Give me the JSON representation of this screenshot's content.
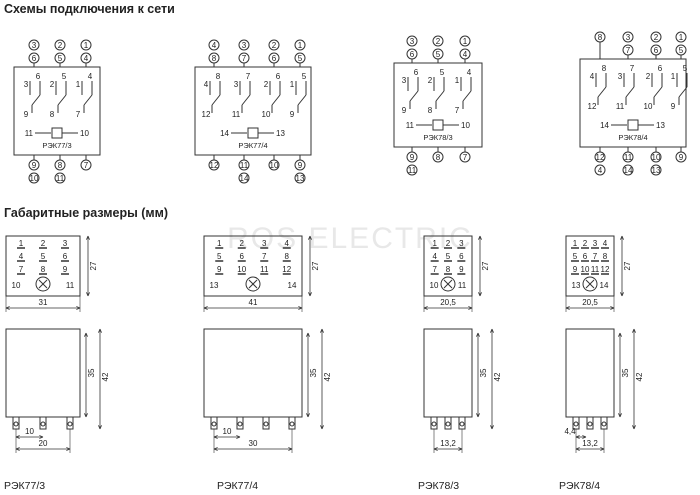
{
  "headings": {
    "wiring": "Схемы подключения к сети",
    "dimensions": "Габаритные размеры (мм)"
  },
  "watermark": "ROS ELECTRIC",
  "models": [
    "РЭК77/3",
    "РЭК77/4",
    "РЭК78/3",
    "РЭК78/4"
  ],
  "schematics": [
    {
      "model": "РЭК77/3",
      "top_pins": [
        [
          "3",
          "6"
        ],
        [
          "2",
          "5"
        ],
        [
          "1",
          "4"
        ]
      ],
      "contacts": [
        {
          "top": "3",
          "right": "6",
          "bottom": "9"
        },
        {
          "top": "2",
          "right": "5",
          "bottom": "8"
        },
        {
          "top": "1",
          "right": "4",
          "bottom": "7"
        }
      ],
      "coil": [
        "11",
        "10"
      ],
      "bottom_pins": [
        [
          "9",
          "10"
        ],
        [
          "8",
          "11"
        ],
        [
          "7"
        ]
      ]
    },
    {
      "model": "РЭК77/4",
      "top_pins": [
        [
          "4",
          "8"
        ],
        [
          "3",
          "7"
        ],
        [
          "2",
          "6"
        ],
        [
          "1",
          "5"
        ]
      ],
      "contacts": [
        {
          "top": "4",
          "right": "8",
          "bottom": "12"
        },
        {
          "top": "3",
          "right": "7",
          "bottom": "11"
        },
        {
          "top": "2",
          "right": "6",
          "bottom": "10"
        },
        {
          "top": "1",
          "right": "5",
          "bottom": "9"
        }
      ],
      "coil": [
        "14",
        "13"
      ],
      "bottom_pins": [
        [
          "12"
        ],
        [
          "11",
          "14"
        ],
        [
          "10"
        ],
        [
          "9",
          "13"
        ]
      ]
    },
    {
      "model": "РЭК78/3",
      "top_pins": [
        [
          "3",
          "6"
        ],
        [
          "2",
          "5"
        ],
        [
          "1",
          "4"
        ]
      ],
      "contacts": [
        {
          "top": "3",
          "right": "6",
          "bottom": "9"
        },
        {
          "top": "2",
          "right": "5",
          "bottom": "8"
        },
        {
          "top": "1",
          "right": "4",
          "bottom": "7"
        }
      ],
      "coil": [
        "11",
        "10"
      ],
      "bottom_pins": [
        [
          "9",
          "11"
        ],
        [
          "8"
        ],
        [
          "7"
        ]
      ]
    },
    {
      "model": "РЭК78/4",
      "top_pins": [
        [
          "8"
        ],
        [
          "3",
          "7"
        ],
        [
          "2",
          "6"
        ],
        [
          "1",
          "5"
        ]
      ],
      "contacts": [
        {
          "top": "4",
          "right": "8",
          "bottom": "12"
        },
        {
          "top": "3",
          "right": "7",
          "bottom": "11"
        },
        {
          "top": "2",
          "right": "6",
          "bottom": "10"
        },
        {
          "top": "1",
          "right": "5",
          "bottom": "9"
        }
      ],
      "coil": [
        "14",
        "13"
      ],
      "bottom_pins": [
        [
          "12",
          "4"
        ],
        [
          "11",
          "14"
        ],
        [
          "10",
          "13"
        ],
        [
          "9"
        ]
      ]
    }
  ],
  "dimensions": [
    {
      "model": "РЭК77/3",
      "top_rows": [
        [
          "1",
          "2",
          "3"
        ],
        [
          "4",
          "5",
          "6"
        ],
        [
          "7",
          "8",
          "9"
        ]
      ],
      "coil_labels": [
        "10",
        "11"
      ],
      "width": "31",
      "depth": "27",
      "body_height": "35",
      "total_height": "42",
      "pitch": "10",
      "span": "20"
    },
    {
      "model": "РЭК77/4",
      "top_rows": [
        [
          "1",
          "2",
          "3",
          "4"
        ],
        [
          "5",
          "6",
          "7",
          "8"
        ],
        [
          "9",
          "10",
          "11",
          "12"
        ]
      ],
      "coil_labels": [
        "13",
        "14"
      ],
      "width": "41",
      "depth": "27",
      "body_height": "35",
      "total_height": "42",
      "pitch": "10",
      "span": "30"
    },
    {
      "model": "РЭК78/3",
      "top_rows": [
        [
          "1",
          "2",
          "3"
        ],
        [
          "4",
          "5",
          "6"
        ],
        [
          "7",
          "8",
          "9"
        ]
      ],
      "coil_labels": [
        "10",
        "11"
      ],
      "width": "20,5",
      "depth": "27",
      "body_height": "35",
      "total_height": "42",
      "span": "13,2"
    },
    {
      "model": "РЭК78/4",
      "top_rows": [
        [
          "1",
          "2",
          "3",
          "4"
        ],
        [
          "5",
          "6",
          "7",
          "8"
        ],
        [
          "9",
          "10",
          "11",
          "12"
        ]
      ],
      "coil_labels": [
        "13",
        "14"
      ],
      "width": "20,5",
      "depth": "27",
      "body_height": "35",
      "total_height": "42",
      "pitch": "4,4",
      "span": "13,2"
    }
  ]
}
